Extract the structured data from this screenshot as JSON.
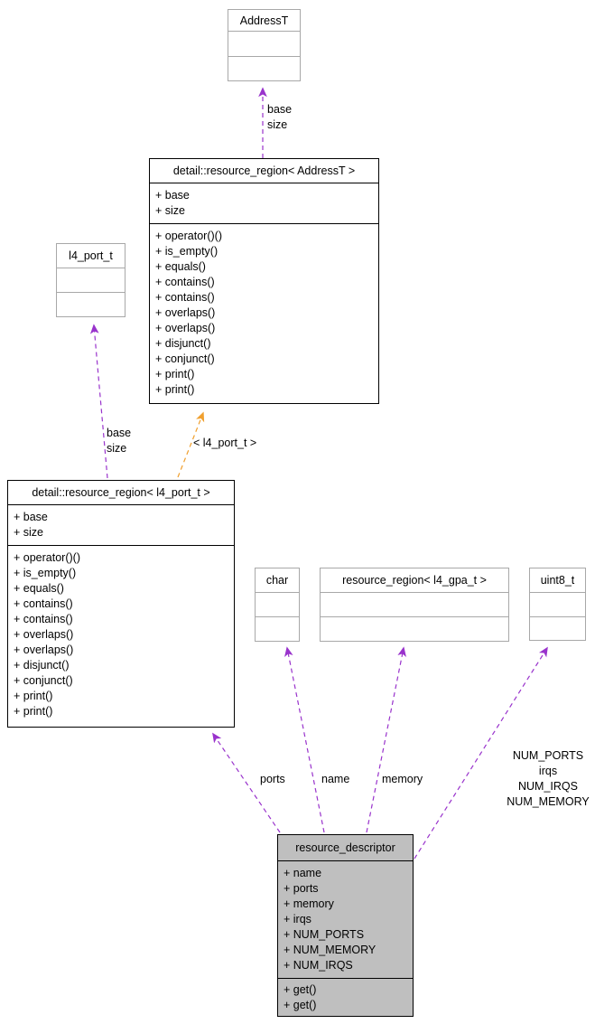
{
  "nodes": {
    "addresst": {
      "title": "AddressT"
    },
    "region_addresst": {
      "title": "detail::resource_region< AddressT >",
      "attrs": [
        "+ base",
        "+ size"
      ],
      "methods": [
        "+ operator()()",
        "+ is_empty()",
        "+ equals()",
        "+ contains()",
        "+ contains()",
        "+ overlaps()",
        "+ overlaps()",
        "+ disjunct()",
        "+ conjunct()",
        "+ print()",
        "+ print()"
      ]
    },
    "l4_port_t": {
      "title": "l4_port_t"
    },
    "region_l4_port_t": {
      "title": "detail::resource_region< l4_port_t >",
      "attrs": [
        "+ base",
        "+ size"
      ],
      "methods": [
        "+ operator()()",
        "+ is_empty()",
        "+ equals()",
        "+ contains()",
        "+ contains()",
        "+ overlaps()",
        "+ overlaps()",
        "+ disjunct()",
        "+ conjunct()",
        "+ print()",
        "+ print()"
      ]
    },
    "char_t": {
      "title": "char"
    },
    "region_l4_gpa_t": {
      "title": "resource_region< l4_gpa_t >"
    },
    "uint8_t": {
      "title": "uint8_t"
    },
    "resource_descriptor": {
      "title": "resource_descriptor",
      "attrs": [
        "+ name",
        "+ ports",
        "+ memory",
        "+ irqs",
        "+ NUM_PORTS",
        "+ NUM_MEMORY",
        "+ NUM_IRQS"
      ],
      "methods": [
        "+ get()",
        "+ get()"
      ]
    }
  },
  "edges": {
    "addresst_base_size": {
      "lines": [
        "base",
        "size"
      ]
    },
    "l4port_base_size": {
      "lines": [
        "base",
        "size"
      ]
    },
    "template_arg": {
      "label": "< l4_port_t >"
    },
    "ports": {
      "label": "ports"
    },
    "name": {
      "label": "name"
    },
    "memory": {
      "label": "memory"
    },
    "descriptor_members": {
      "lines": [
        "NUM_PORTS",
        "irqs",
        "NUM_IRQS",
        "NUM_MEMORY"
      ]
    }
  },
  "colors": {
    "usage_edge": "#9933cc",
    "template_edge": "#f0a02f",
    "focus_node_fill": "#bfbfbf",
    "external_node_border": "#a8a8a8",
    "node_border": "#000000"
  }
}
